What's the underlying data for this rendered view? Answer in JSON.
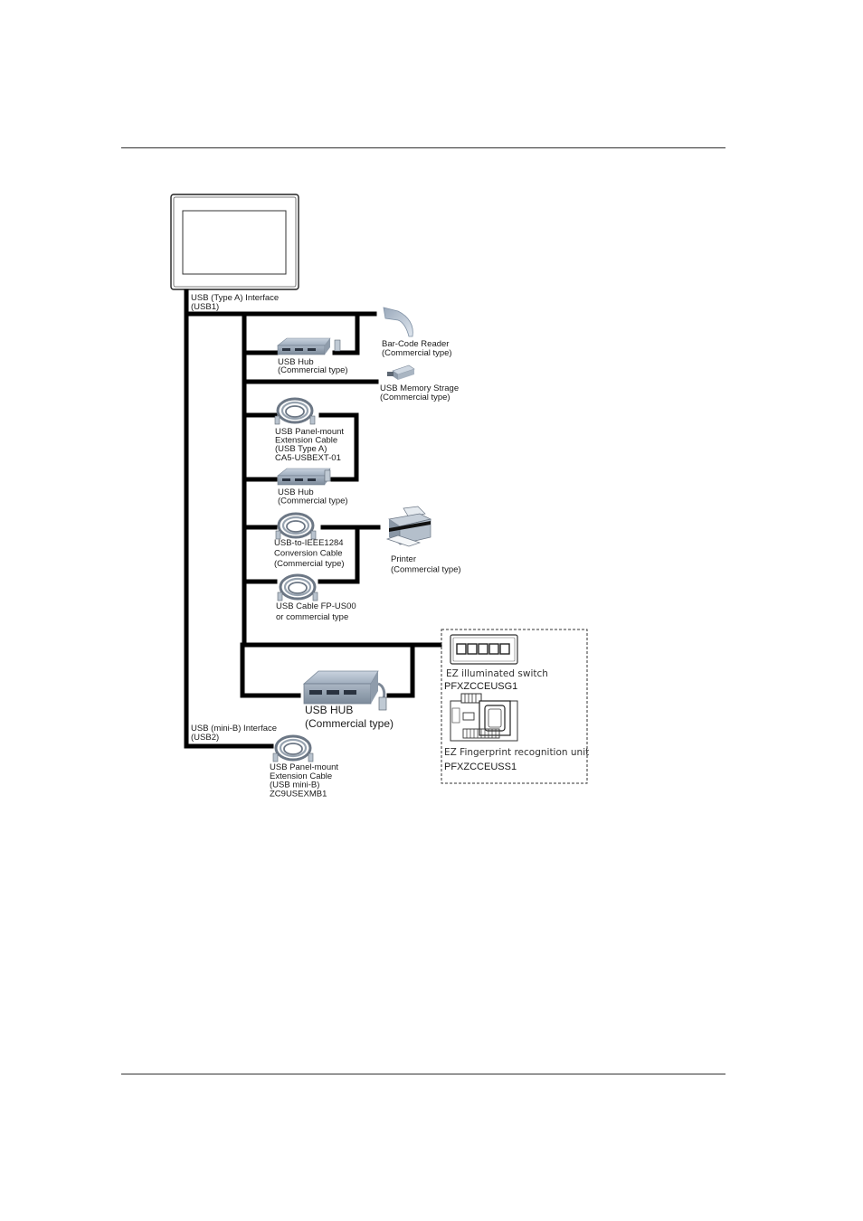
{
  "interfaces": {
    "usb1_line1": "USB (Type A) Interface",
    "usb1_line2": "(USB1)",
    "usb2_line1": "USB (mini-B) Interface",
    "usb2_line2": "(USB2)"
  },
  "devices": {
    "barcode": [
      "Bar-Code Reader",
      "(Commercial type)"
    ],
    "hub1": [
      "USB Hub",
      "(Commercial type)"
    ],
    "memory": [
      "USB Memory Strage",
      "(Commercial type)"
    ],
    "panel_ext_a": [
      "USB Panel-mount",
      "Extension Cable",
      "(USB Type A)",
      "CA5-USBEXT-01"
    ],
    "hub2": [
      "USB Hub",
      "(Commercial type)"
    ],
    "ieee": [
      "USB-to-IEEE1284",
      "Conversion Cable",
      "(Commercial type)"
    ],
    "printer": [
      "Printer",
      "(Commercial type)"
    ],
    "usb_cable": [
      "USB Cable FP-US00",
      "or commercial type"
    ],
    "hub3": [
      "USB HUB",
      "(Commercial type)"
    ],
    "ez_switch": [
      "EZ illuminated switch",
      "PFXZCCEUSG1"
    ],
    "ez_finger": [
      "EZ Fingerprint recognition unit",
      "PFXZCCEUSS1"
    ],
    "panel_ext_minib": [
      "USB Panel-mount",
      "Extension Cable",
      "(USB mini-B)",
      "ZC9USEXMB1"
    ]
  },
  "icons": {
    "display": "display-panel-icon",
    "barcode": "barcode-reader-icon",
    "memory": "usb-memory-icon",
    "hub": "usb-hub-icon",
    "cable": "coiled-cable-icon",
    "printer": "printer-icon",
    "switch": "illuminated-switch-icon",
    "finger": "fingerprint-unit-icon"
  }
}
